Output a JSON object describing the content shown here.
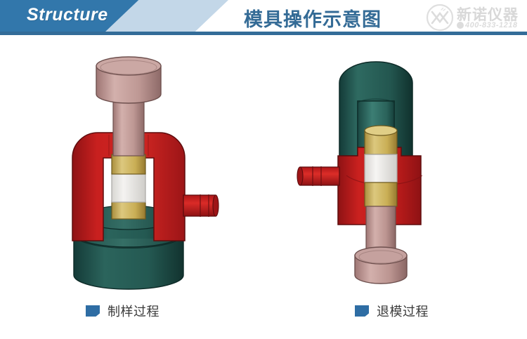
{
  "header": {
    "section_label": "Structure",
    "title": "模具操作示意图",
    "band_dark_color": "#3277AB",
    "band_light_color": "#C3D7E8",
    "underline_color": "#336C98",
    "title_color": "#346B96"
  },
  "logo": {
    "mark_text": "XN",
    "brand_name": "新诺仪器",
    "phone": "400-833-1218",
    "phone_icon": "phone-circle-icon",
    "color": "#DCDCDC"
  },
  "diagram": {
    "left": {
      "name": "制样过程",
      "parts": {
        "plunger": "plunger-rod",
        "die_body": "red-die-body",
        "ring_upper": "brass-ring-upper",
        "sample": "white-sample-pellet",
        "ring_lower": "brass-ring-lower",
        "base": "green-base",
        "vacuum_port": "red-vacuum-port"
      }
    },
    "right": {
      "name": "退模过程",
      "parts": {
        "cap": "green-ejector-cap",
        "die_body": "red-die-body",
        "ring_upper": "brass-ring-upper",
        "sample": "white-sample-pellet",
        "ring_lower": "brass-ring-lower",
        "plunger": "plunger-rod",
        "foot": "plunger-foot",
        "vacuum_port": "red-vacuum-port"
      }
    },
    "colors": {
      "red": "#C11A1E",
      "red_dark": "#8E1214",
      "green": "#1E4F4A",
      "green_light": "#2C6A63",
      "brass": "#C9AE55",
      "brass_light": "#E0CE86",
      "sample_white": "#EFEFEF",
      "plunger": "#BA9592",
      "plunger_light": "#D2AEAB"
    }
  },
  "captions": {
    "left": "制样过程",
    "right": "退模过程",
    "bullet_color": "#2E6DA4"
  }
}
